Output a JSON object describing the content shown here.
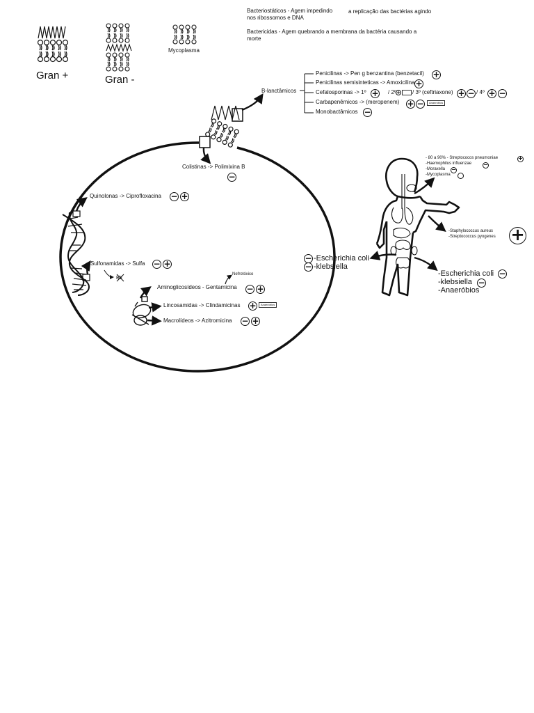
{
  "header": {
    "bacteriostatic_line1": "Bacteriostáticos - Agem impedindo",
    "bacteriostatic_line1b": "a replicação das bactérias agindo",
    "bacteriostatic_line2": "nos ribossomos e DNA",
    "bactericide_line1": "Bactericidas - Agem quebrando a membrana da bactéria causando a",
    "bactericide_line2": "morte"
  },
  "membranes": {
    "gram_pos": "Gran +",
    "gram_neg": "Gran -",
    "mycoplasma": "Mycoplasma"
  },
  "beta_lactams": {
    "title": "B-lanctâmicos",
    "items": [
      "Penicilinas -> Pen g benzantina (benzetacil)",
      "Penicilinas semisinteticas -> Amoxicilina",
      "Cefalosporinas -> 1º",
      "/ 2º",
      "/ 3º (ceftriaxone)",
      "/ 4º",
      "Carbapenêmicos -> (meropenem)",
      "Monobactâmicos"
    ],
    "sticker": "Anaeróbios"
  },
  "cell": {
    "colistins": "Colistinas -> Polimixina B",
    "quinolones": "Quinolonas -> Ciprofloxacina",
    "sulfonamides": "Sulfonamidas -> Sulfa",
    "crossed_out": "Bb",
    "nephrotoxic": "Nefrotóxico",
    "aminoglycosides": "Aminoglicosídeos - Gentamicina",
    "lincosamides": "Lincosamidas -> Clindamicinas",
    "macrolides": "Macrolídeos -> Azitromicina",
    "sticker": "Anaeróbios"
  },
  "body_map": {
    "respiratory": [
      "- 80 a 90% - Streptococos pneumoniae",
      "-Haemophilus influenzae",
      "-Moraxella",
      "-Mycoplasma"
    ],
    "skin": [
      "-Staphylococcus aureus",
      "-Streptococcus pyogenes"
    ],
    "left_gut": [
      "-Escherichia coli",
      "-klebsiella"
    ],
    "right_gut": [
      "-Escherichia coli",
      "-klebsiella",
      "-Anaeróbios"
    ]
  },
  "signs": {
    "plus": "+",
    "minus": "−"
  },
  "colors": {
    "ink": "#111111",
    "background": "#ffffff"
  }
}
